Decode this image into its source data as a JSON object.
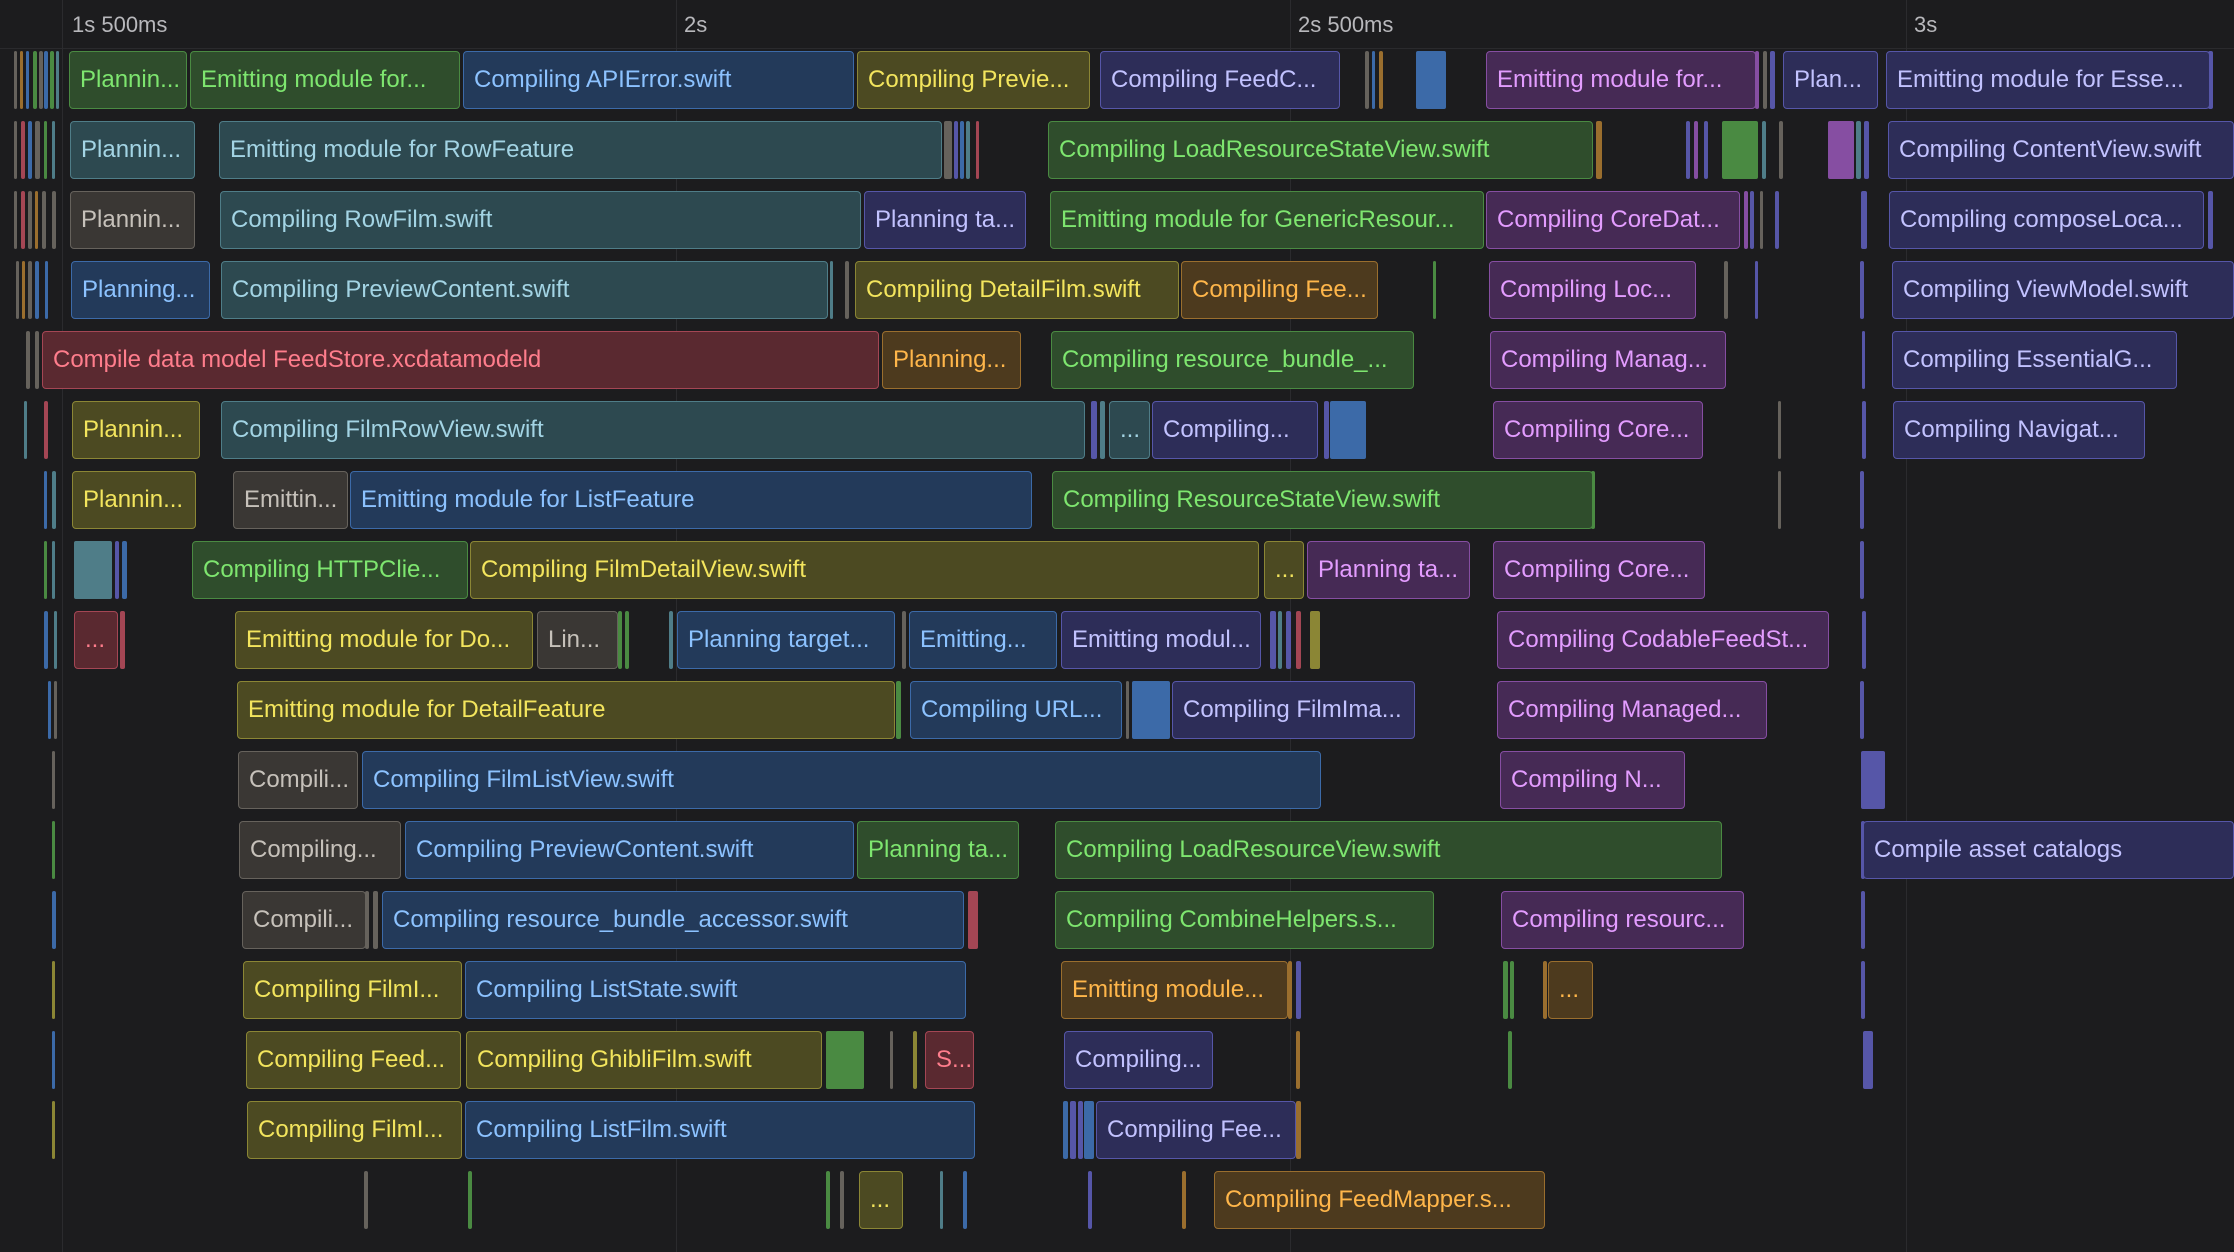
{
  "ruler": {
    "ticks": [
      "1s 500ms",
      "2s",
      "2s 500ms",
      "3s"
    ]
  },
  "tasks": [
    {
      "label": "Plannin...",
      "color": "green"
    },
    {
      "label": "Emitting module for...",
      "color": "green"
    },
    {
      "label": "Compiling APIError.swift",
      "color": "blue"
    },
    {
      "label": "Compiling Previe...",
      "color": "yellow"
    },
    {
      "label": "Compiling FeedC...",
      "color": "indigo"
    },
    {
      "label": "Emitting module for...",
      "color": "purple"
    },
    {
      "label": "Plan...",
      "color": "indigo"
    },
    {
      "label": "Emitting module for Esse...",
      "color": "indigo"
    },
    {
      "label": "Plannin...",
      "color": "teal"
    },
    {
      "label": "Emitting module for RowFeature",
      "color": "teal"
    },
    {
      "label": "Compiling LoadResourceStateView.swift",
      "color": "green"
    },
    {
      "label": "Compiling ContentView.swift",
      "color": "indigo"
    },
    {
      "label": "Plannin...",
      "color": "gray"
    },
    {
      "label": "Compiling RowFilm.swift",
      "color": "teal"
    },
    {
      "label": "Planning ta...",
      "color": "indigo"
    },
    {
      "label": "Emitting module for GenericResour...",
      "color": "green"
    },
    {
      "label": "Compiling CoreDat...",
      "color": "purple"
    },
    {
      "label": "Compiling composeLoca...",
      "color": "indigo"
    },
    {
      "label": "Planning...",
      "color": "blue"
    },
    {
      "label": "Compiling PreviewContent.swift",
      "color": "teal"
    },
    {
      "label": "Compiling DetailFilm.swift",
      "color": "yellow"
    },
    {
      "label": "Compiling Fee...",
      "color": "orange"
    },
    {
      "label": "Compiling Loc...",
      "color": "purple"
    },
    {
      "label": "Compiling ViewModel.swift",
      "color": "indigo"
    },
    {
      "label": "Compile data model FeedStore.xcdatamodeld",
      "color": "red"
    },
    {
      "label": "Planning...",
      "color": "orange"
    },
    {
      "label": "Compiling resource_bundle_...",
      "color": "green"
    },
    {
      "label": "Compiling Manag...",
      "color": "purple"
    },
    {
      "label": "Compiling EssentialG...",
      "color": "indigo"
    },
    {
      "label": "Plannin...",
      "color": "yellow"
    },
    {
      "label": "Compiling FilmRowView.swift",
      "color": "teal"
    },
    {
      "label": "...",
      "color": "teal"
    },
    {
      "label": "Compiling...",
      "color": "indigo"
    },
    {
      "label": "Compiling Core...",
      "color": "purple"
    },
    {
      "label": "Compiling Navigat...",
      "color": "indigo"
    },
    {
      "label": "Plannin...",
      "color": "yellow"
    },
    {
      "label": "Emittin...",
      "color": "gray"
    },
    {
      "label": "Emitting module for ListFeature",
      "color": "blue"
    },
    {
      "label": "Compiling ResourceStateView.swift",
      "color": "green"
    },
    {
      "label": "Compiling HTTPClie...",
      "color": "green"
    },
    {
      "label": "Compiling FilmDetailView.swift",
      "color": "yellow"
    },
    {
      "label": "...",
      "color": "yellow"
    },
    {
      "label": "Planning ta...",
      "color": "purple"
    },
    {
      "label": "Compiling Core...",
      "color": "purple"
    },
    {
      "label": "...",
      "color": "red"
    },
    {
      "label": "Emitting module for Do...",
      "color": "yellow"
    },
    {
      "label": "Lin...",
      "color": "gray"
    },
    {
      "label": "Planning target...",
      "color": "blue"
    },
    {
      "label": "Emitting...",
      "color": "blue"
    },
    {
      "label": "Emitting modul...",
      "color": "indigo"
    },
    {
      "label": "Compiling CodableFeedSt...",
      "color": "purple"
    },
    {
      "label": "Emitting module for DetailFeature",
      "color": "yellow"
    },
    {
      "label": "Compiling URL...",
      "color": "blue"
    },
    {
      "label": "Compiling FilmIma...",
      "color": "indigo"
    },
    {
      "label": "Compiling Managed...",
      "color": "purple"
    },
    {
      "label": "Compili...",
      "color": "gray"
    },
    {
      "label": "Compiling FilmListView.swift",
      "color": "blue"
    },
    {
      "label": "Compiling N...",
      "color": "purple"
    },
    {
      "label": "Compiling...",
      "color": "gray"
    },
    {
      "label": "Compiling PreviewContent.swift",
      "color": "blue"
    },
    {
      "label": "Planning ta...",
      "color": "green"
    },
    {
      "label": "Compiling LoadResourceView.swift",
      "color": "green"
    },
    {
      "label": "Compile asset catalogs",
      "color": "indigo"
    },
    {
      "label": "Compili...",
      "color": "gray"
    },
    {
      "label": "Compiling resource_bundle_accessor.swift",
      "color": "blue"
    },
    {
      "label": "Compiling CombineHelpers.s...",
      "color": "green"
    },
    {
      "label": "Compiling resourc...",
      "color": "purple"
    },
    {
      "label": "Compiling FilmI...",
      "color": "yellow"
    },
    {
      "label": "Compiling ListState.swift",
      "color": "blue"
    },
    {
      "label": "Emitting module...",
      "color": "orange"
    },
    {
      "label": "...",
      "color": "orange"
    },
    {
      "label": "Compiling Feed...",
      "color": "yellow"
    },
    {
      "label": "Compiling GhibliFilm.swift",
      "color": "yellow"
    },
    {
      "label": "S...",
      "color": "red"
    },
    {
      "label": "Compiling...",
      "color": "indigo"
    },
    {
      "label": "Compiling FilmI...",
      "color": "yellow"
    },
    {
      "label": "Compiling ListFilm.swift",
      "color": "blue"
    },
    {
      "label": "Compiling Fee...",
      "color": "indigo"
    },
    {
      "label": "...",
      "color": "yellow"
    },
    {
      "label": "Compiling FeedMapper.s...",
      "color": "orange"
    }
  ]
}
